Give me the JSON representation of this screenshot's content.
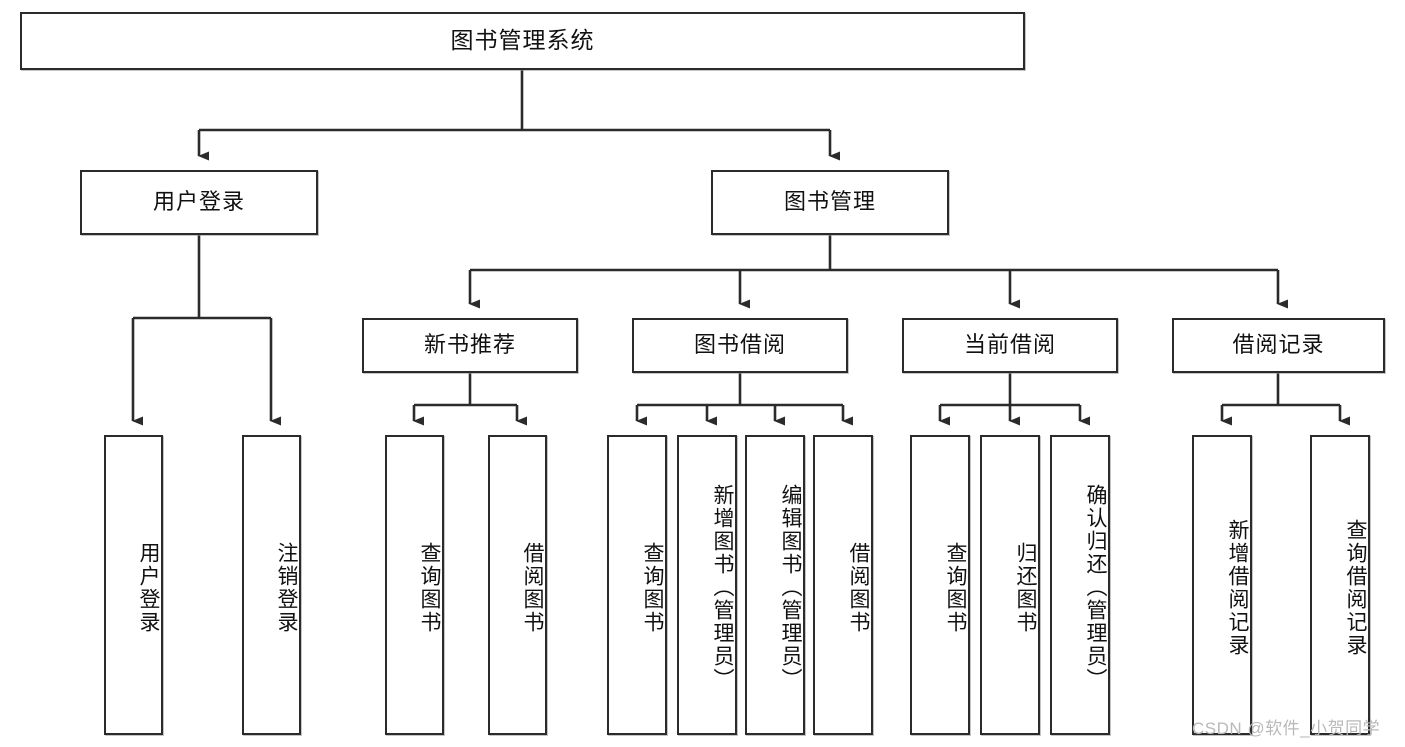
{
  "diagram": {
    "type": "tree-hierarchy",
    "title": "图书管理系统",
    "root": {
      "id": "root",
      "label": "图书管理系统",
      "orientation": "horizontal"
    },
    "level2": [
      {
        "id": "user-login",
        "label": "用户登录",
        "orientation": "horizontal"
      },
      {
        "id": "book-manage",
        "label": "图书管理",
        "orientation": "horizontal"
      }
    ],
    "level3": [
      {
        "id": "new-book-rec",
        "label": "新书推荐",
        "orientation": "horizontal",
        "parent": "book-manage"
      },
      {
        "id": "book-borrow",
        "label": "图书借阅",
        "orientation": "horizontal",
        "parent": "book-manage"
      },
      {
        "id": "current-borrow",
        "label": "当前借阅",
        "orientation": "horizontal",
        "parent": "book-manage"
      },
      {
        "id": "borrow-record",
        "label": "借阅记录",
        "orientation": "horizontal",
        "parent": "book-manage"
      }
    ],
    "leaves": [
      {
        "id": "leaf-user-login",
        "label": "用户登录",
        "parent": "user-login"
      },
      {
        "id": "leaf-user-logout",
        "label": "注销登录",
        "parent": "user-login"
      },
      {
        "id": "leaf-query-book-1",
        "label": "查询图书",
        "parent": "new-book-rec"
      },
      {
        "id": "leaf-borrow-book-1",
        "label": "借阅图书",
        "parent": "new-book-rec"
      },
      {
        "id": "leaf-query-book-2",
        "label": "查询图书",
        "parent": "book-borrow"
      },
      {
        "id": "leaf-add-book",
        "label": "新增图书（管理员）",
        "parent": "book-borrow"
      },
      {
        "id": "leaf-edit-book",
        "label": "编辑图书（管理员）",
        "parent": "book-borrow"
      },
      {
        "id": "leaf-borrow-book-2",
        "label": "借阅图书",
        "parent": "book-borrow"
      },
      {
        "id": "leaf-query-book-3",
        "label": "查询图书",
        "parent": "current-borrow"
      },
      {
        "id": "leaf-return-book",
        "label": "归还图书",
        "parent": "current-borrow"
      },
      {
        "id": "leaf-confirm-return",
        "label": "确认归还（管理员）",
        "parent": "current-borrow"
      },
      {
        "id": "leaf-add-record",
        "label": "新增借阅记录",
        "parent": "borrow-record"
      },
      {
        "id": "leaf-query-record",
        "label": "查询借阅记录",
        "parent": "borrow-record"
      }
    ],
    "colors": {
      "border": "#2b2b2b",
      "background": "#ffffff",
      "text": "#111111",
      "edge": "#333333",
      "watermark": "#b9b9b9"
    }
  },
  "watermark": {
    "text": "CSDN @软件_小贺同学"
  }
}
